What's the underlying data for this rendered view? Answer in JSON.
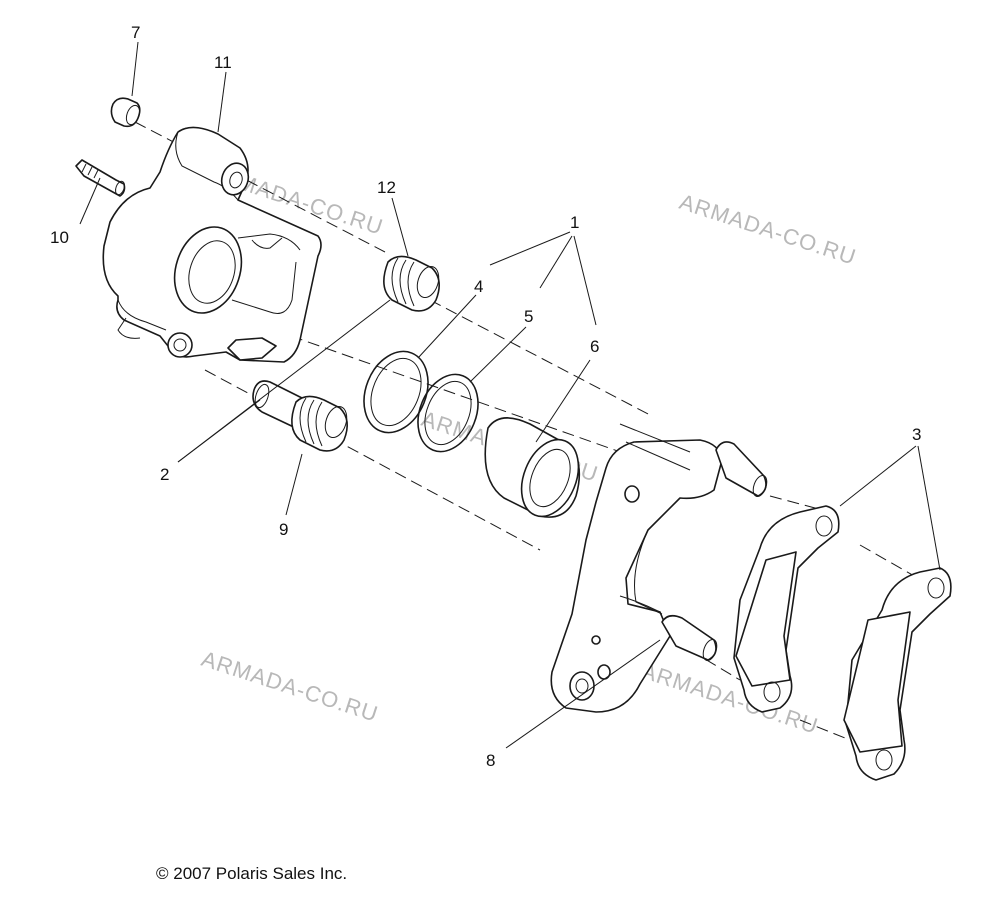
{
  "callouts": {
    "c1": "1",
    "c2": "2",
    "c3": "3",
    "c4": "4",
    "c5": "5",
    "c6": "6",
    "c7": "7",
    "c8": "8",
    "c9": "9",
    "c10": "10",
    "c11": "11",
    "c12": "12"
  },
  "watermark": "ARMADA-CO.RU",
  "copyright": "© 2007 Polaris Sales Inc."
}
